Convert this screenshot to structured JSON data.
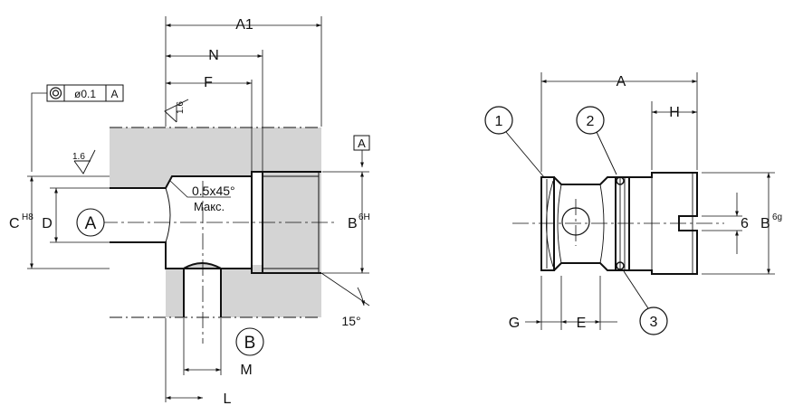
{
  "colors": {
    "section_fill": "#d4d4d4",
    "line": "#111111",
    "background": "#ffffff"
  },
  "left_view": {
    "dimensions": {
      "a1": "A1",
      "n": "N",
      "f": "F",
      "c": "C",
      "c_tol": "H8",
      "d": "D",
      "b": "B",
      "b_tol": "6H",
      "m": "M",
      "l": "L"
    },
    "circled": {
      "a": "A",
      "b": "B"
    },
    "angle_15": "15°",
    "chamfer": "0.5x45°",
    "chamfer_note": "Макс.",
    "roughness_1": "1.6",
    "roughness_2": "1.6",
    "tolerance_frame": {
      "symbol": "concentricity-icon",
      "value": "ø0.1",
      "datum": "A"
    },
    "datum_box": "A"
  },
  "right_view": {
    "dimensions": {
      "a": "A",
      "h": "H",
      "g": "G",
      "e": "E",
      "b": "B",
      "b_tol": "6g",
      "six": "6"
    },
    "balloons": [
      "1",
      "2",
      "3"
    ]
  }
}
